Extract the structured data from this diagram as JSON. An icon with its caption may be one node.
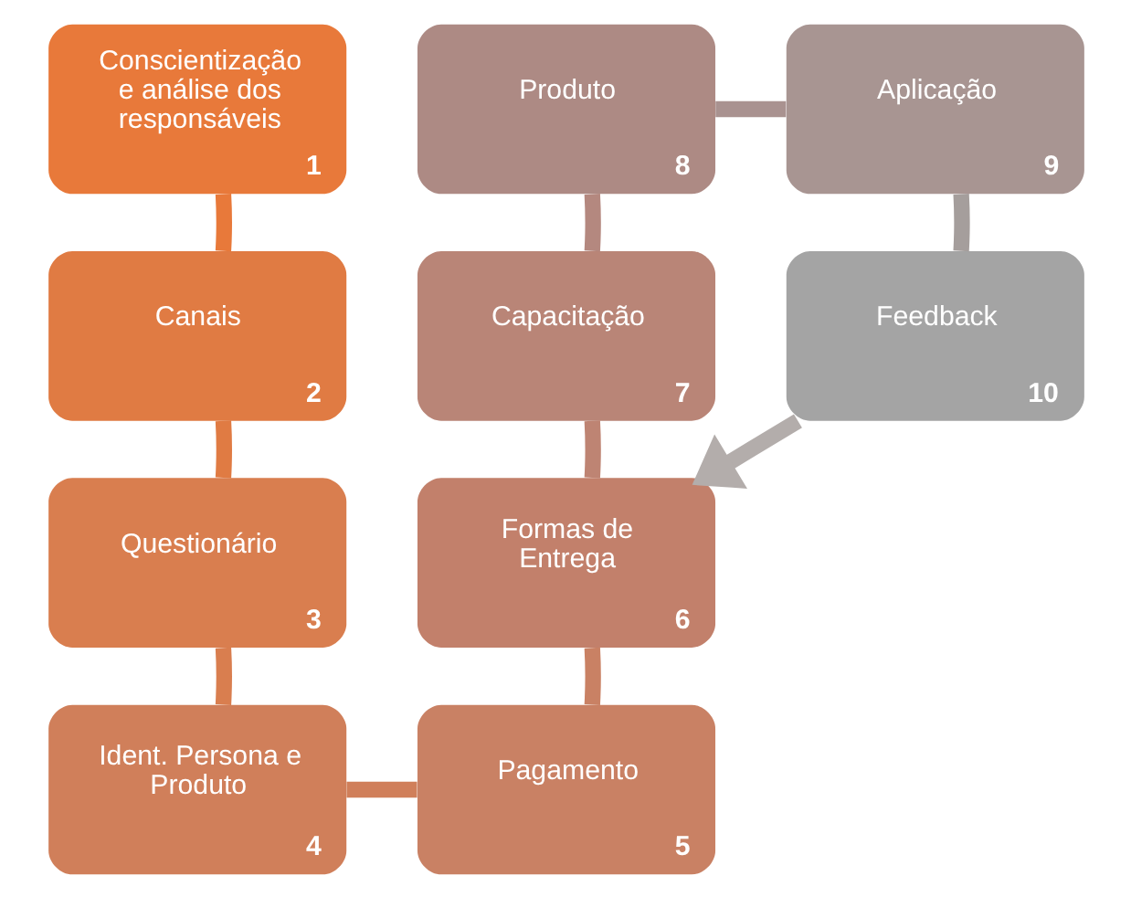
{
  "diagram": {
    "nodes": [
      {
        "text": [
          "Conscientização e análise dos responsáveis",
          "1"
        ]
      },
      {
        "text": [
          "Canais",
          "2"
        ]
      },
      {
        "text": [
          "Questionário",
          "3"
        ]
      },
      {
        "text": [
          "Ident. Persona e Produto",
          "4"
        ]
      },
      {
        "text": [
          "Pagamento",
          "5"
        ]
      },
      {
        "text": [
          "Formas de Entrega",
          "6"
        ]
      },
      {
        "text": [
          "Capacitação",
          "7"
        ]
      },
      {
        "text": [
          "Produto",
          "8"
        ]
      },
      {
        "text": [
          "Aplicação",
          "9"
        ]
      },
      {
        "text": [
          "Feedback",
          "10"
        ]
      }
    ],
    "edges": [
      {
        "from": 0,
        "to": 1,
        "arrow": "none",
        "color": "#e8793a"
      },
      {
        "from": 1,
        "to": 2,
        "arrow": "none",
        "color": "#e07b43"
      },
      {
        "from": 2,
        "to": 3,
        "arrow": "none",
        "color": "#d97e4f"
      },
      {
        "from": 3,
        "to": 4,
        "arrow": "none",
        "color": "#d07f5a"
      },
      {
        "from": 4,
        "to": 5,
        "arrow": "none",
        "color": "#c98164"
      },
      {
        "from": 5,
        "to": 6,
        "arrow": "none",
        "color": "#be8473"
      },
      {
        "from": 6,
        "to": 7,
        "arrow": "none",
        "color": "#b4887f"
      },
      {
        "from": 7,
        "to": 8,
        "arrow": "none",
        "color": "#a99290"
      },
      {
        "from": 8,
        "to": 9,
        "arrow": "none",
        "color": "#a59e9c"
      },
      {
        "from": 9,
        "to": 5,
        "arrow": "to",
        "color": "#b3adab"
      }
    ]
  }
}
